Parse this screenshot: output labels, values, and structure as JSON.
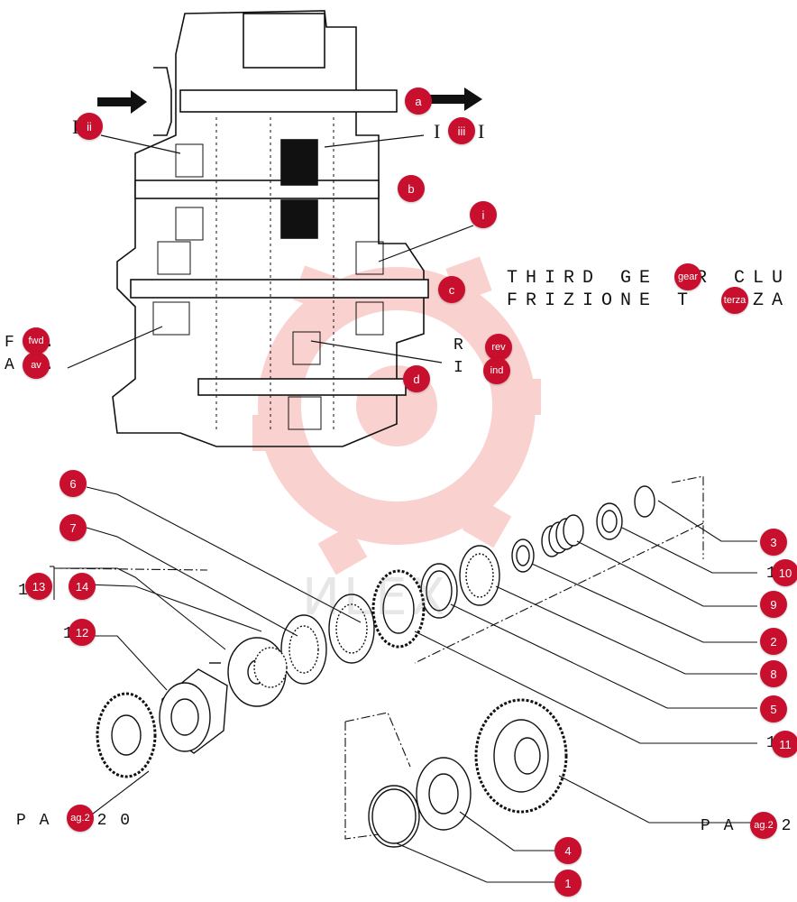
{
  "callouts": {
    "a": "a",
    "b": "b",
    "c": "c",
    "d": "d",
    "i": "i",
    "ii": "ii",
    "iii": "iii",
    "gear": "gear",
    "terza": "terza",
    "fwd": "fwd",
    "av": "av",
    "rev": "rev",
    "ind": "ind",
    "pag2_left": "ag.2",
    "pag2_right": "ag.2",
    "n1": "1",
    "n2": "2",
    "n3": "3",
    "n4": "4",
    "n5": "5",
    "n6": "6",
    "n7": "7",
    "n8": "8",
    "n9": "9",
    "n10": "10",
    "n11": "11",
    "n12": "12",
    "n13": "13",
    "n14": "14"
  },
  "labels": {
    "third_gear_en": "THIRD GE  R CLU",
    "third_gear_it": "FRIZIONE T  RZA",
    "fwd_line": "F  .",
    "av_line": "A  .",
    "rev_line": "R  .",
    "ind_line": "I  .",
    "pag_left": "P A    2 0",
    "pag_right": "P A    2",
    "roman_left": "I",
    "roman_right_1": "I",
    "roman_right_2": "I",
    "n13_prefix": "1",
    "n12_prefix": "1",
    "n10_prefix": "1",
    "n11_prefix": "1"
  },
  "watermark": "ИLЕХ",
  "colors": {
    "badge": "#c8102e",
    "watermark": "#e8382f"
  }
}
